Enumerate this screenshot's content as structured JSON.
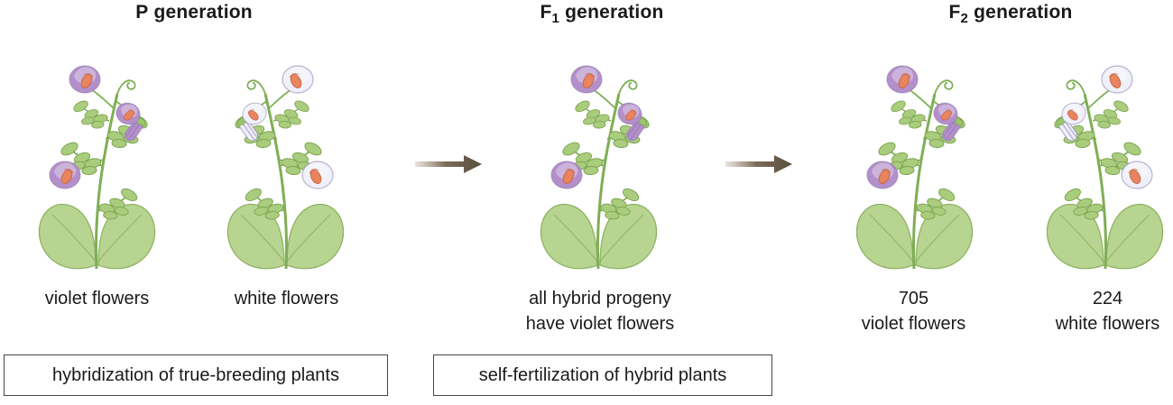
{
  "headers": [
    {
      "pre": "P",
      "sub": "",
      "post": " generation"
    },
    {
      "pre": "F",
      "sub": "1",
      "post": " generation"
    },
    {
      "pre": "F",
      "sub": "2",
      "post": " generation"
    }
  ],
  "labels": {
    "p_violet": {
      "line1": "violet flowers",
      "line2": ""
    },
    "p_white": {
      "line1": "white flowers",
      "line2": ""
    },
    "f1": {
      "line1": "all hybrid progeny",
      "line2": "have violet flowers"
    },
    "f2_violet": {
      "line1": "705",
      "line2": "violet flowers"
    },
    "f2_white": {
      "line1": "224",
      "line2": "white flowers"
    }
  },
  "captions": {
    "box1": "hybridization of true-breeding plants",
    "box2": "self-fertilization of hybrid plants"
  },
  "colors": {
    "violet_flower": "#b48fcb",
    "white_flower": "#eef1fa",
    "leaf_green": "#a9cc7d",
    "stem_green": "#7fae55",
    "flower_center_orange": "#e8845e",
    "arrow_brown": "#6f6050",
    "text": "#1a1a1a"
  }
}
